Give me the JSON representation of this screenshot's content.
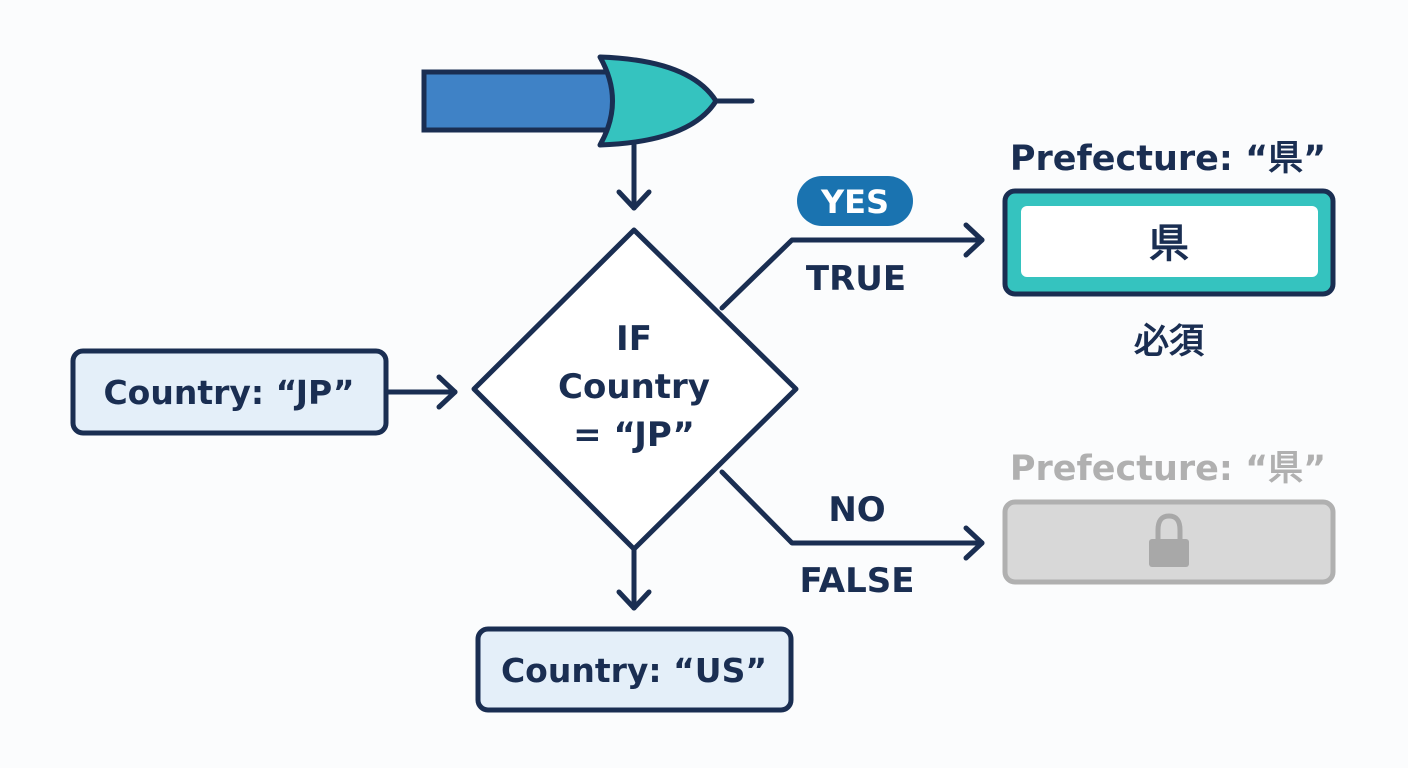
{
  "nodes": {
    "input": {
      "label": "Country: “JP”"
    },
    "decision": {
      "line1": "IF",
      "line2": "Country",
      "line3": "= “JP”"
    },
    "false_output": {
      "label": "Country: “US”"
    },
    "active_field": {
      "title": "Prefecture: “県”",
      "value": "県",
      "note": "必須"
    },
    "disabled_field": {
      "title": "Prefecture: “県”"
    }
  },
  "branches": {
    "yes": {
      "badge": "YES",
      "label": "TRUE"
    },
    "no": {
      "label": "NO",
      "label2": "FALSE"
    }
  },
  "icons": {
    "gate": "or-gate-icon",
    "lock": "lock-icon"
  },
  "colors": {
    "navy": "#1a2e52",
    "blue": "#3f82c6",
    "teal": "#35c3bf",
    "pale_blue": "#e4eff9",
    "yes_badge": "#1a73b0",
    "disabled_gray": "#b0b0b0",
    "disabled_fill": "#d8d8d8"
  }
}
